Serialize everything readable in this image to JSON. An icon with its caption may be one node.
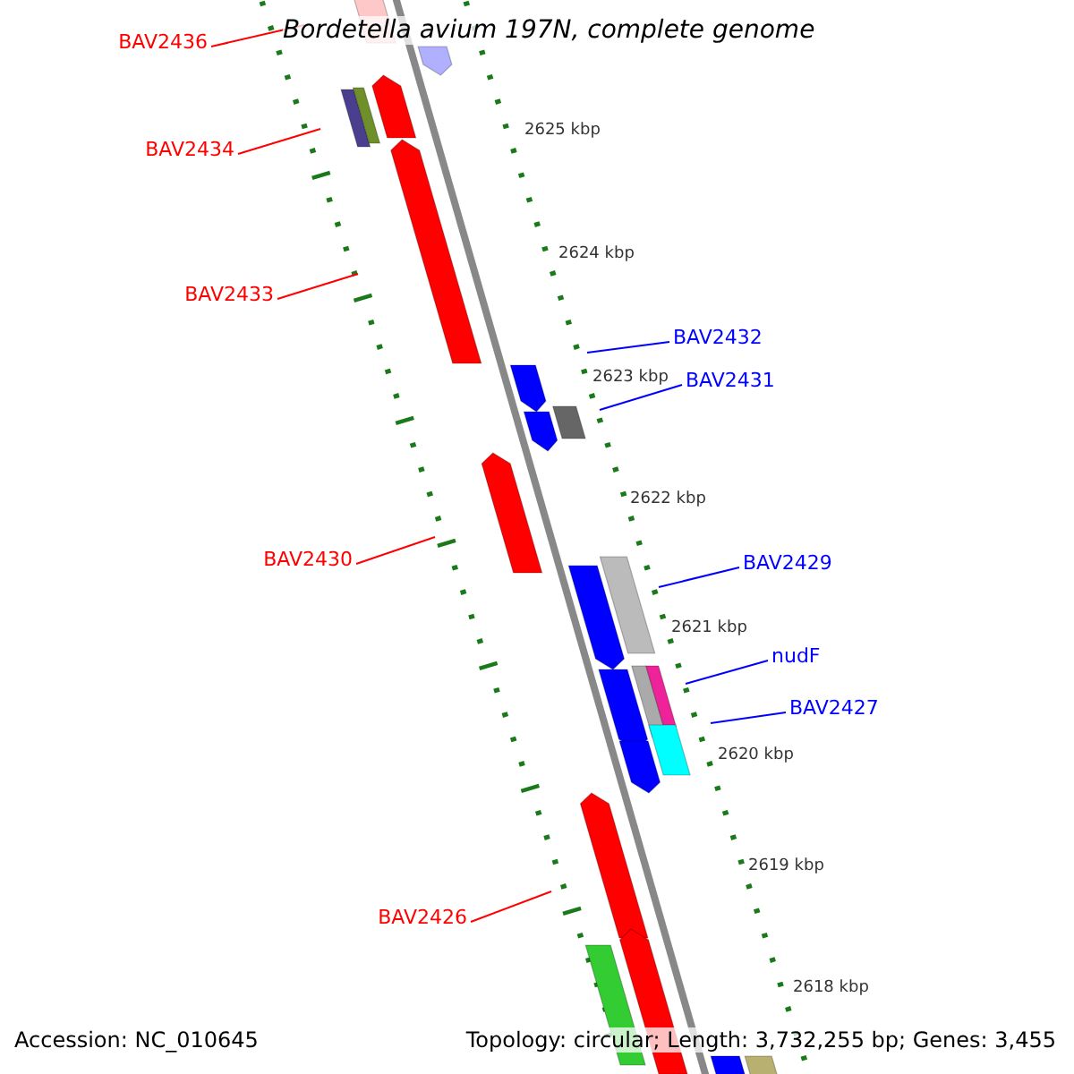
{
  "diagram": {
    "title": "Bordetella avium 197N, complete genome",
    "nodes": [
      {
        "text": [
          "BAV2436"
        ]
      },
      {
        "text": [
          "BAV2434"
        ]
      },
      {
        "text": [
          "BAV2433"
        ]
      },
      {
        "text": [
          "BAV2432"
        ]
      },
      {
        "text": [
          "BAV2431"
        ]
      },
      {
        "text": [
          "BAV2430"
        ]
      },
      {
        "text": [
          "BAV2429"
        ]
      },
      {
        "text": [
          "nudF"
        ]
      },
      {
        "text": [
          "BAV2427"
        ]
      },
      {
        "text": [
          "BAV2426"
        ]
      }
    ],
    "edges": [
      {
        "from": 0,
        "to": null,
        "arrow": "none",
        "color": "#ff0000"
      },
      {
        "from": 1,
        "to": null,
        "arrow": "none",
        "color": "#ff0000"
      },
      {
        "from": 2,
        "to": null,
        "arrow": "none",
        "color": "#ff0000"
      },
      {
        "from": 3,
        "to": null,
        "arrow": "none",
        "color": "#0000ff"
      },
      {
        "from": 4,
        "to": null,
        "arrow": "none",
        "color": "#0000ff"
      },
      {
        "from": 5,
        "to": null,
        "arrow": "none",
        "color": "#ff0000"
      },
      {
        "from": 6,
        "to": null,
        "arrow": "none",
        "color": "#0000ff"
      },
      {
        "from": 7,
        "to": null,
        "arrow": "none",
        "color": "#0000ff"
      },
      {
        "from": 8,
        "to": null,
        "arrow": "none",
        "color": "#0000ff"
      },
      {
        "from": 9,
        "to": null,
        "arrow": "none",
        "color": "#ff0000"
      }
    ],
    "labels": [
      "2625 kbp",
      "2624 kbp",
      "2623 kbp",
      "2622 kbp",
      "2621 kbp",
      "2620 kbp",
      "2619 kbp",
      "2618 kbp",
      "Accession: NC_010645",
      "Topology: circular; Length: 3,732,255 bp; Genes: 3,455"
    ]
  }
}
